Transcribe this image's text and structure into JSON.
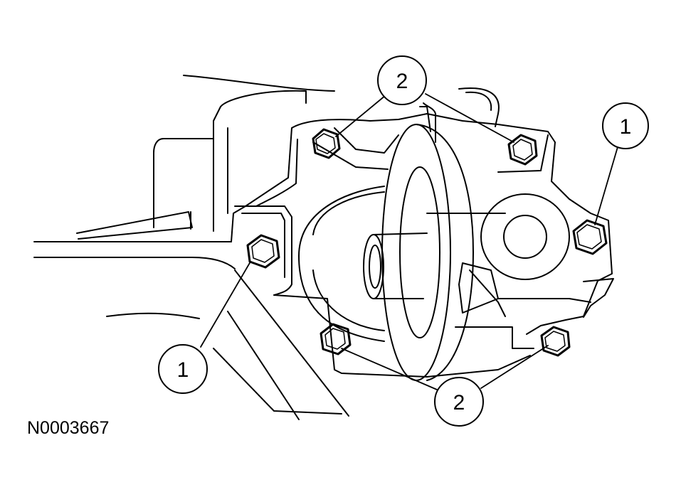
{
  "figure_id": "N0003667",
  "callouts": {
    "c1_left": "1",
    "c1_right": "1",
    "c2_top": "2",
    "c2_bottom": "2"
  },
  "colors": {
    "line": "#000000",
    "background": "#ffffff"
  }
}
